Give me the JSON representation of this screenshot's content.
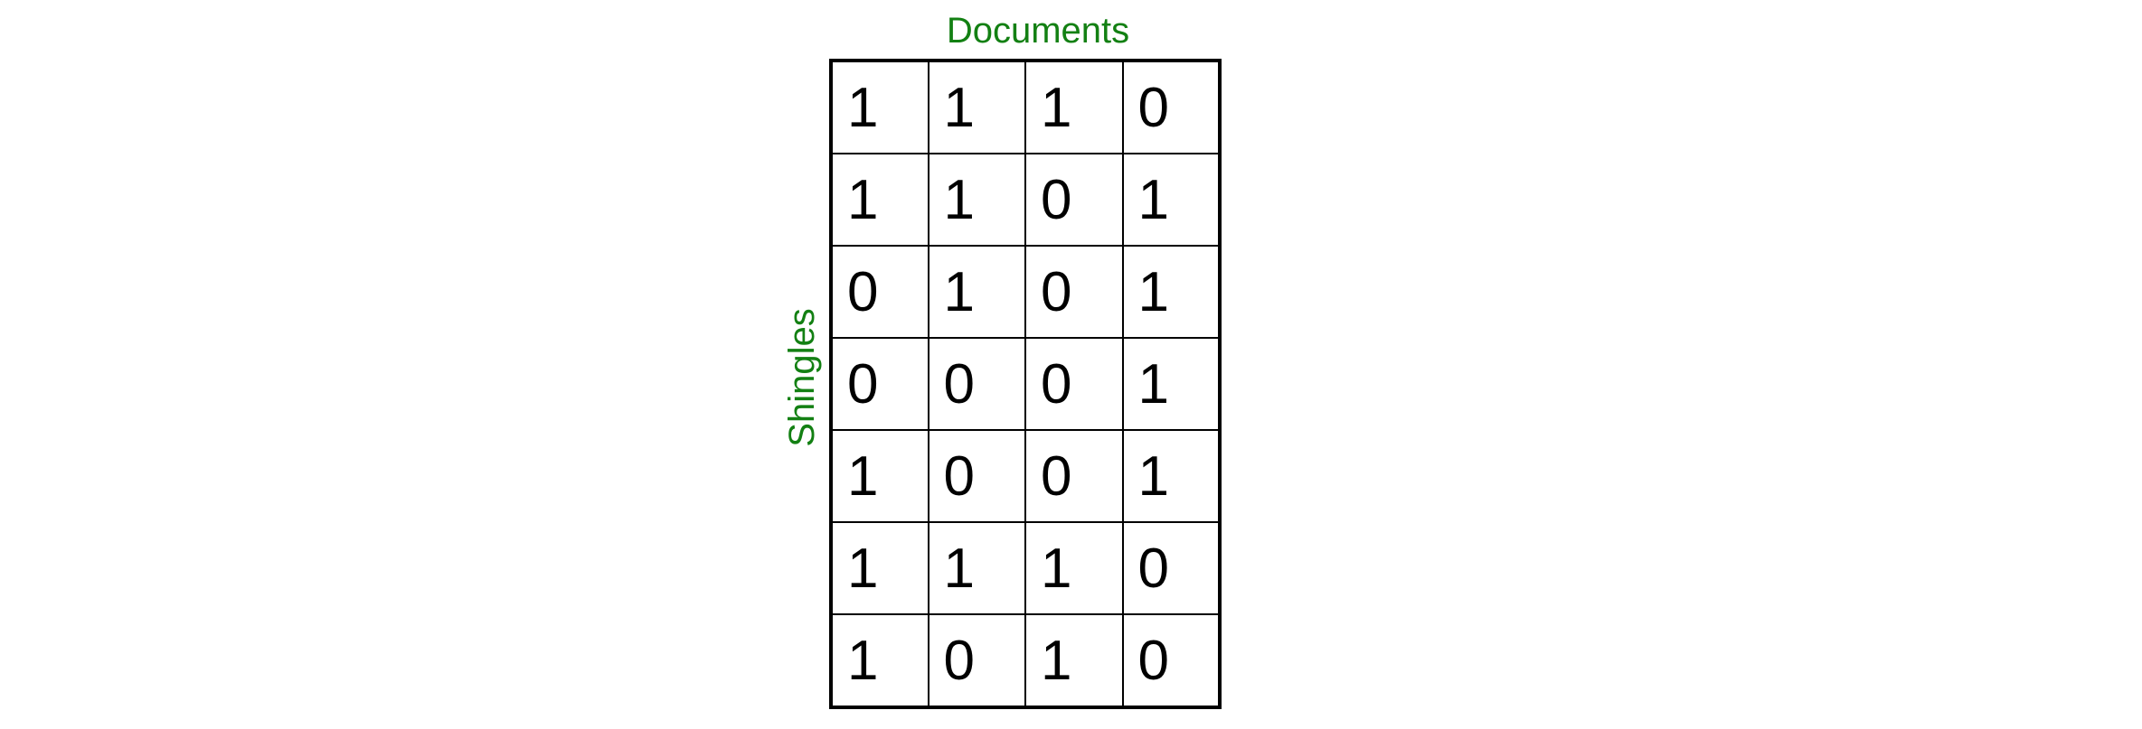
{
  "labels": {
    "columns": "Documents",
    "rows": "Shingles"
  },
  "colors": {
    "label": "#138013",
    "grid": "#000000",
    "cell_text": "#000000"
  },
  "matrix": [
    [
      "1",
      "1",
      "1",
      "0"
    ],
    [
      "1",
      "1",
      "0",
      "1"
    ],
    [
      "0",
      "1",
      "0",
      "1"
    ],
    [
      "0",
      "0",
      "0",
      "1"
    ],
    [
      "1",
      "0",
      "0",
      "1"
    ],
    [
      "1",
      "1",
      "1",
      "0"
    ],
    [
      "1",
      "0",
      "1",
      "0"
    ]
  ]
}
